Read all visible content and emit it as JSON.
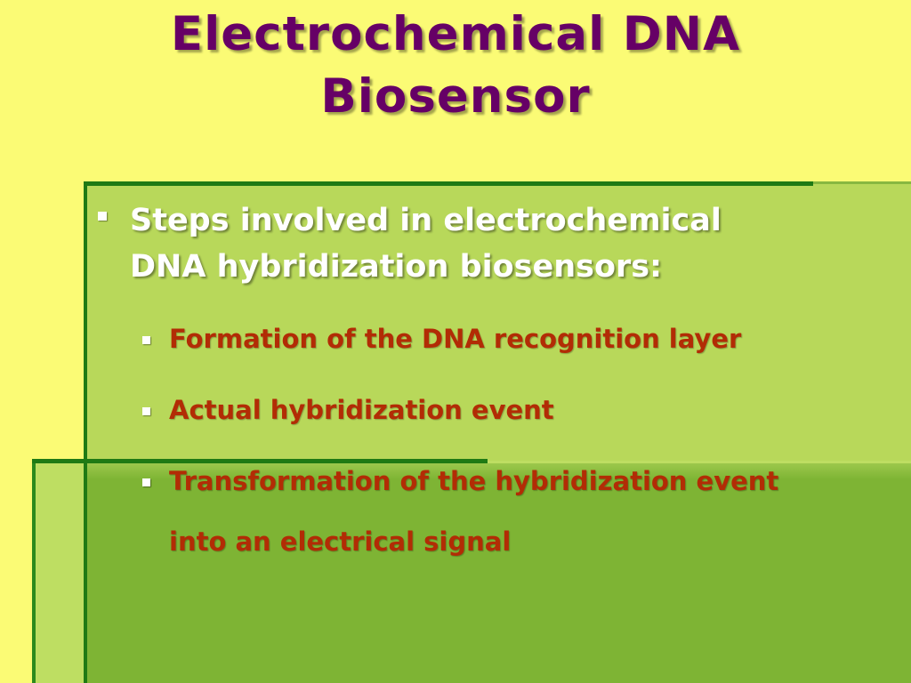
{
  "slide": {
    "title_lines": [
      "Electrochemical DNA",
      "Biosensor"
    ],
    "bullet": {
      "text_lines": [
        "Steps involved in electrochemical",
        "DNA hybridization biosensors:"
      ],
      "sub_bullets": [
        {
          "text": "Formation of the DNA recognition layer"
        },
        {
          "text": "Actual hybridization event"
        },
        {
          "text_lines": [
            "Transformation of the hybridization event",
            "into an electrical signal"
          ]
        }
      ]
    }
  },
  "colors": {
    "background": "#fbfb75",
    "title": "#660066",
    "level1_text": "#ffffff",
    "level2_text": "#b22c05",
    "panel_light": "#b8d85a",
    "panel_dark": "#7eb434",
    "accent_line": "#1f7a14"
  },
  "icons": {
    "bullet": "square-bullet-icon"
  }
}
